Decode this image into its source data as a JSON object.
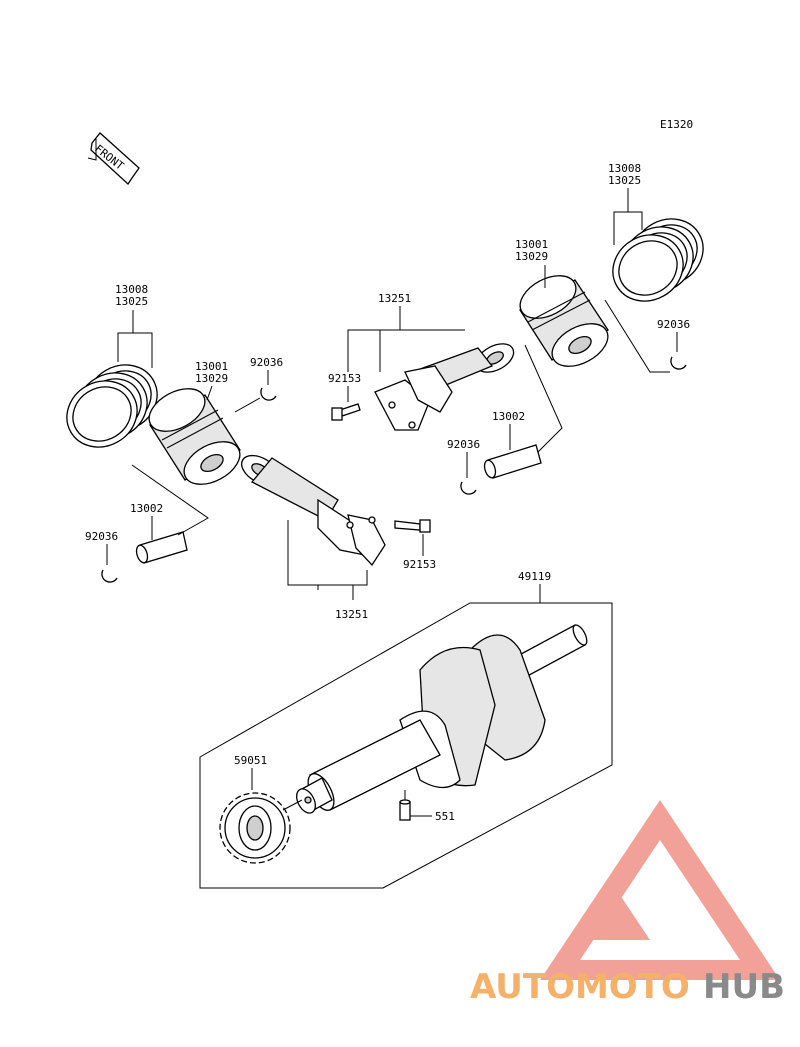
{
  "diagram_code": "E1320",
  "front_label": "FRONT",
  "parts": {
    "rings_left": [
      "13008",
      "13025"
    ],
    "piston_left": [
      "13001",
      "13029"
    ],
    "clip_left_top": "92036",
    "pin_left": "13002",
    "clip_left_bottom": "92036",
    "rod_left": "13251",
    "bolt_left": "92153",
    "rod_right": "13251",
    "bolt_right": "92153",
    "piston_right": [
      "13001",
      "13029"
    ],
    "rings_right": [
      "13008",
      "13025"
    ],
    "clip_right_top": "92036",
    "pin_right": "13002",
    "clip_right_bottom": "92036",
    "crankshaft": "49119",
    "gear": "59051",
    "dowel": "551"
  },
  "watermark": {
    "text_part1": "AUTOMOTO",
    "text_part2": "HUB",
    "colors": {
      "logo": "#f08a80",
      "text_light": "#f5b06a",
      "text_dark": "#8a8a8a"
    }
  }
}
